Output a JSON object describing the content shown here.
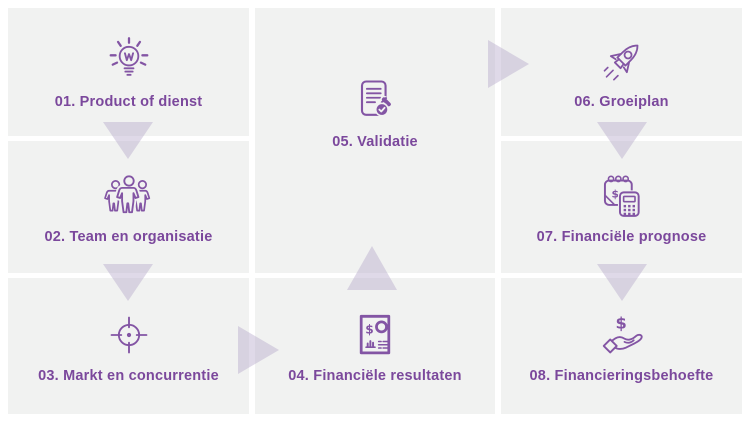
{
  "page": {
    "background": "#ffffff",
    "cell_background": "#f1f2f1",
    "accent_text_color": "#7b489c",
    "icon_color": "#8355a4",
    "arrow_color": "rgba(184,170,203,0.45)"
  },
  "steps": [
    {
      "id": "01",
      "label": "01. Product of dienst",
      "icon": "lightbulb-icon"
    },
    {
      "id": "02",
      "label": "02. Team en organisatie",
      "icon": "team-icon"
    },
    {
      "id": "03",
      "label": "03. Markt en concurrentie",
      "icon": "target-icon"
    },
    {
      "id": "04",
      "label": "04. Financiële resultaten",
      "icon": "financial-report-icon"
    },
    {
      "id": "05",
      "label": "05. Validatie",
      "icon": "validation-document-icon"
    },
    {
      "id": "06",
      "label": "06. Groeiplan",
      "icon": "rocket-icon"
    },
    {
      "id": "07",
      "label": "07. Financiële prognose",
      "icon": "calendar-calculator-icon"
    },
    {
      "id": "08",
      "label": "08. Financieringsbehoefte",
      "icon": "hand-money-icon"
    }
  ],
  "arrows": [
    {
      "from": "01",
      "to": "02",
      "direction": "down"
    },
    {
      "from": "02",
      "to": "03",
      "direction": "down"
    },
    {
      "from": "03",
      "to": "04",
      "direction": "right"
    },
    {
      "from": "04",
      "to": "05",
      "direction": "up"
    },
    {
      "from": "05",
      "to": "06",
      "direction": "right"
    },
    {
      "from": "06",
      "to": "07",
      "direction": "down"
    },
    {
      "from": "07",
      "to": "08",
      "direction": "down"
    }
  ]
}
